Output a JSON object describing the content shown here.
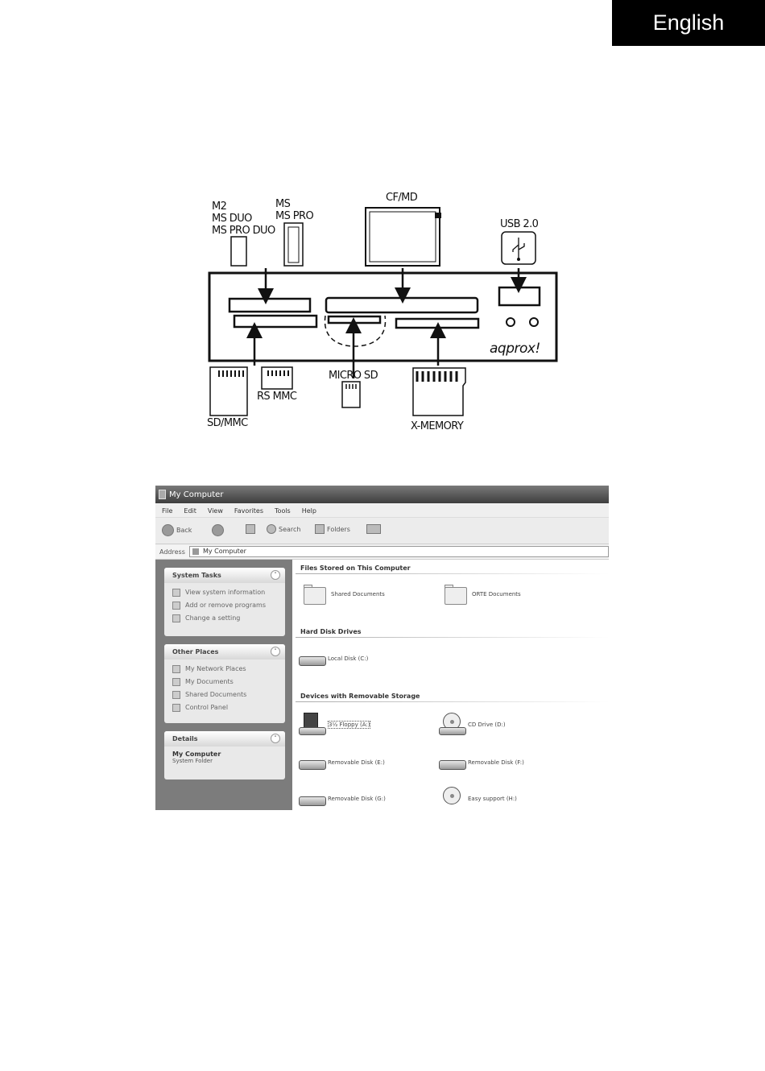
{
  "header": {
    "language_tab": "English"
  },
  "diagram": {
    "labels": {
      "m2_group": [
        "M2",
        "MS DUO",
        "MS PRO DUO"
      ],
      "ms_group": [
        "MS",
        "MS PRO"
      ],
      "cf_md": "CF/MD",
      "usb": "USB 2.0",
      "micro_sd": "MICRO SD",
      "rs_mmc": "RS MMC",
      "sd_mmc": "SD/MMC",
      "x_memory": "X-MEMORY"
    },
    "brand": "aqprox!"
  },
  "explorer": {
    "title": "My Computer",
    "menu": [
      "File",
      "Edit",
      "View",
      "Favorites",
      "Tools",
      "Help"
    ],
    "toolbar": {
      "back": "Back",
      "search": "Search",
      "folders": "Folders"
    },
    "address_label": "Address",
    "address_value": "My Computer",
    "system_tasks": {
      "title": "System Tasks",
      "items": [
        "View system information",
        "Add or remove programs",
        "Change a setting"
      ]
    },
    "other_places": {
      "title": "Other Places",
      "items": [
        "My Network Places",
        "My Documents",
        "Shared Documents",
        "Control Panel"
      ]
    },
    "details": {
      "title": "Details",
      "name": "My Computer",
      "subtitle": "System Folder"
    },
    "sections": {
      "files": "Files Stored on This Computer",
      "hard_disks": "Hard Disk Drives",
      "removable": "Devices with Removable Storage"
    },
    "files_items": [
      "Shared Documents",
      "ORTE Documents"
    ],
    "hard_disk_items": [
      "Local Disk (C:)"
    ],
    "removable_items": [
      "3½ Floppy (A:)",
      "CD Drive (D:)",
      "Removable Disk (E:)",
      "Removable Disk (F:)",
      "Removable Disk (G:)",
      "Easy support (H:)"
    ]
  }
}
